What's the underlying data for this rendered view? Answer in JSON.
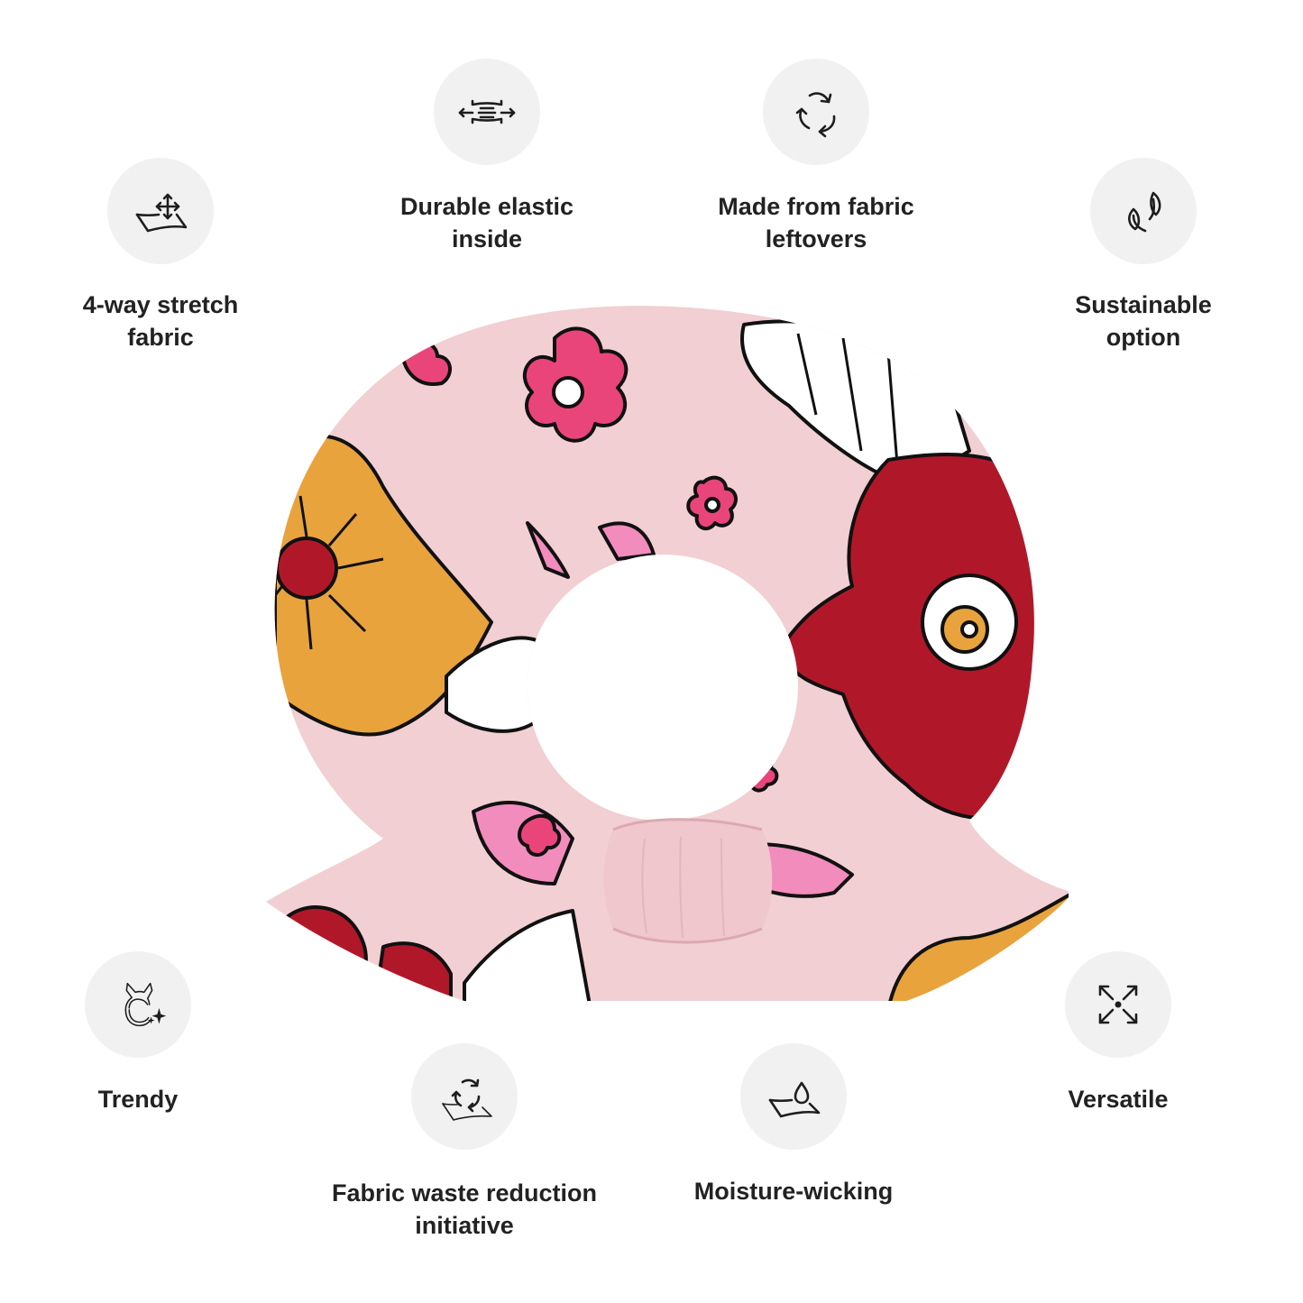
{
  "product": {
    "name": "scrunchie",
    "pattern": "floral",
    "colors": {
      "fabric": "#f1cfd3",
      "orange": "#e8a33d",
      "red": "#b0182a",
      "hot_pink": "#e9457b",
      "light_pink": "#f28cbd",
      "white": "#ffffff",
      "outline": "#111111"
    }
  },
  "badge_color": "#f1f1f1",
  "features": [
    {
      "id": "stretch",
      "icon": "stretch-fabric-icon",
      "lines": [
        "4-way stretch",
        "fabric"
      ]
    },
    {
      "id": "elastic",
      "icon": "elastic-icon",
      "lines": [
        "Durable elastic",
        "inside"
      ]
    },
    {
      "id": "leftovers",
      "icon": "recycle-icon",
      "lines": [
        "Made from fabric",
        "leftovers"
      ]
    },
    {
      "id": "sustainable",
      "icon": "leaves-icon",
      "lines": [
        "Sustainable",
        "option"
      ]
    },
    {
      "id": "trendy",
      "icon": "trendy-icon",
      "lines": [
        "Trendy"
      ]
    },
    {
      "id": "waste",
      "icon": "fabric-recycle-icon",
      "lines": [
        "Fabric waste reduction",
        "initiative"
      ]
    },
    {
      "id": "moisture",
      "icon": "water-drop-fabric-icon",
      "lines": [
        "Moisture-wicking"
      ]
    },
    {
      "id": "versatile",
      "icon": "expand-arrows-icon",
      "lines": [
        "Versatile"
      ]
    }
  ]
}
